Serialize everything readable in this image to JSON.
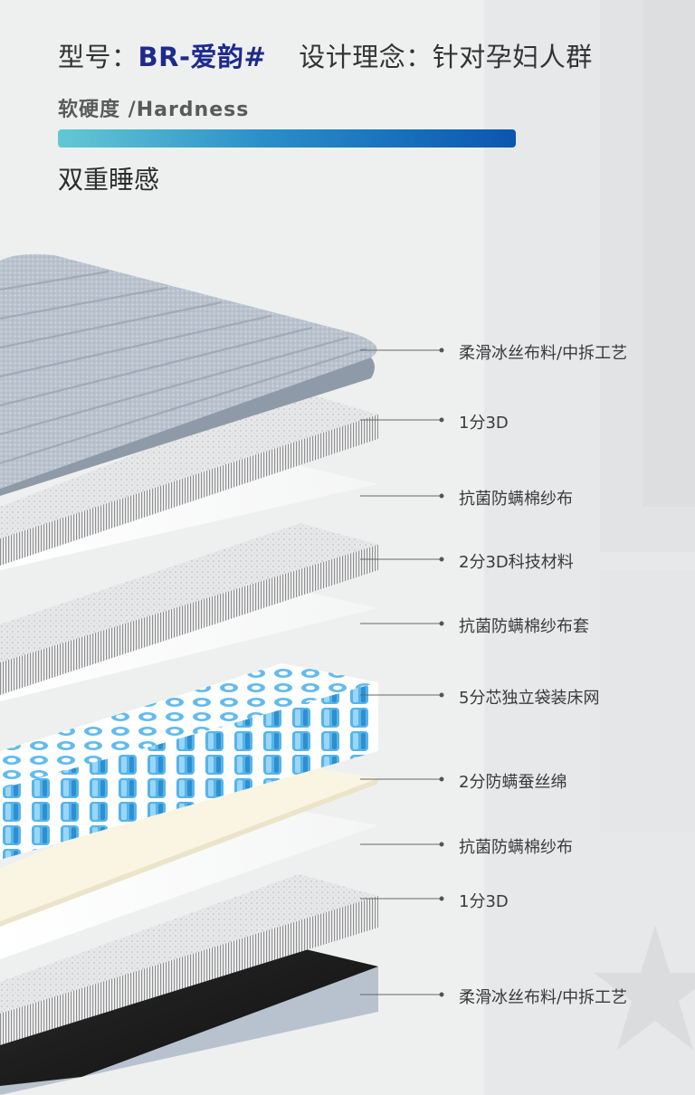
{
  "header": {
    "model_label": "型号：",
    "model_value": "BR-爱韵#",
    "design_label": "设计理念：针对孕妇人群"
  },
  "hardness": {
    "label": "软硬度 /Hardness",
    "feel": "双重睡感"
  },
  "layers": [
    {
      "label": "柔滑冰丝布料/中拆工艺"
    },
    {
      "label": "1分3D"
    },
    {
      "label": "抗菌防螨棉纱布"
    },
    {
      "label": "2分3D科技材料"
    },
    {
      "label": "抗菌防螨棉纱布套"
    },
    {
      "label": "5分芯独立袋装床网"
    },
    {
      "label": "2分防螨蚕丝绵"
    },
    {
      "label": "抗菌防螨棉纱布"
    },
    {
      "label": "1分3D"
    },
    {
      "label": "柔滑冰丝布料/中拆工艺"
    }
  ],
  "colors": {
    "background": "#eef0f0",
    "model_accent": "#1e2a8c",
    "bar_start": "#63c8d4",
    "bar_end": "#0a56b0",
    "spring_blue": "#3aa0e0",
    "silk_cream": "#faf5e2",
    "bottom_black": "#1c1c1c"
  }
}
